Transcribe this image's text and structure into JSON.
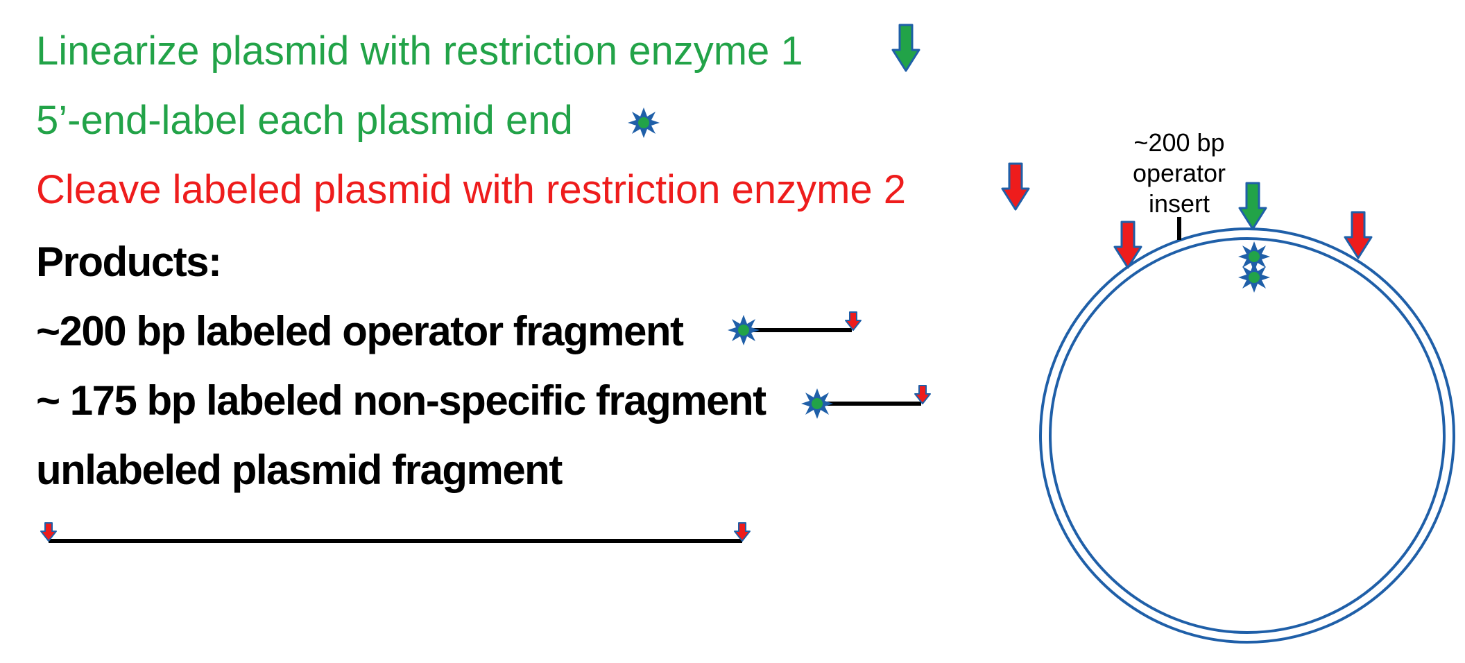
{
  "steps": {
    "linearize": "Linearize plasmid with restriction enzyme 1",
    "label": "5’-end-label each plasmid end",
    "cleave": "Cleave labeled plasmid with restriction enzyme 2"
  },
  "products": {
    "heading": "Products:",
    "operator_fragment": "~200 bp labeled operator fragment",
    "nonspecific_fragment": "~ 175 bp labeled non-specific fragment",
    "unlabeled_fragment": "unlabeled plasmid fragment"
  },
  "plasmid": {
    "insert_label_line1": "~200 bp",
    "insert_label_line2": "operator",
    "insert_label_line3": "insert"
  },
  "colors": {
    "enzyme1": "#22a348",
    "enzyme2": "#ee1c1c",
    "label_star": "#1f5fa8",
    "plasmid_ring": "#1f5fa8"
  },
  "icons": {
    "enzyme1_marker": "down-arrow-green-icon",
    "enzyme2_marker": "down-arrow-red-icon",
    "label_marker": "star-burst-icon"
  }
}
